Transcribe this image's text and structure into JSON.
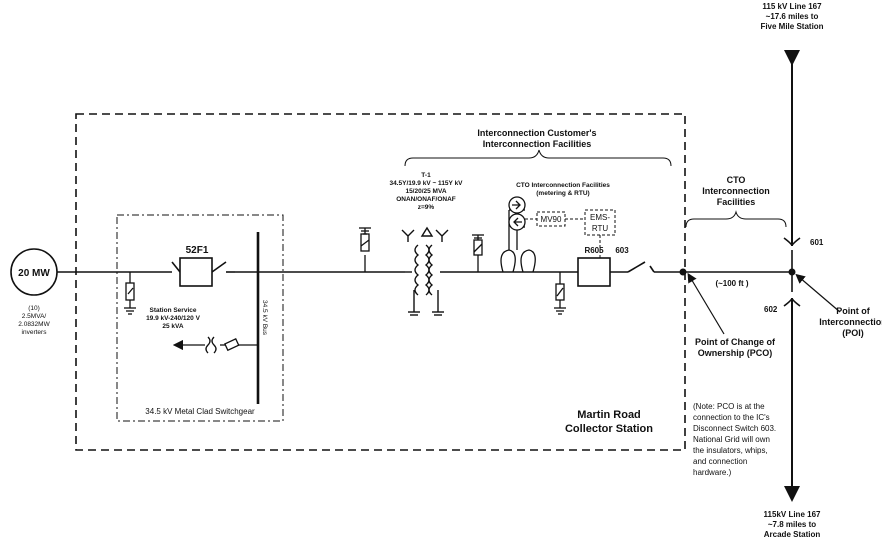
{
  "generator": {
    "rating": "20 MW",
    "inverters": [
      "(10)",
      "2.5MVA/",
      "2.0832MW",
      "inverters"
    ]
  },
  "switchgear": {
    "breaker": "52F1",
    "bus_label": "34.5 kV Bus",
    "station_service": [
      "Station Service",
      "19.9 kV-240/120 V",
      "25 kVA"
    ],
    "title": "34.5 kV Metal Clad Switchgear"
  },
  "transformer": {
    "lines": [
      "T-1",
      "34.5Y/19.9 kV ~ 115Y kV",
      "15/20/25 MVA",
      "ONAN/ONAF/ONAF",
      "z=9%"
    ]
  },
  "cto_facilities_inside": [
    "CTO Interconnection Facilities",
    "(metering & RTU)"
  ],
  "devices": {
    "mv90": "MV90",
    "ems": [
      "EMS-",
      "RTU"
    ],
    "r605": "R605",
    "sw603": "603",
    "sw601": "601",
    "sw602": "602"
  },
  "brace_ic": [
    "Interconnection Customer's",
    "Interconnection  Facilities"
  ],
  "brace_cto": [
    "CTO",
    "Interconnection",
    "Facilities"
  ],
  "distance": "(~100 ft )",
  "line_top": [
    "115 kV Line 167",
    "~17.6 miles to",
    "Five Mile Station"
  ],
  "line_bottom": [
    "115kV Line 167",
    "~7.8 miles to",
    "Arcade Station"
  ],
  "pco": [
    "Point of Change of",
    "Ownership (PCO)"
  ],
  "poi": [
    "Point of",
    "Interconnection",
    "(POI)"
  ],
  "station": [
    "Martin Road",
    "Collector Station"
  ],
  "note": [
    "(Note: PCO is at the",
    "connection to the IC's",
    "Disconnect Switch 603.",
    "National Grid will own",
    "the insulators, whips,",
    "and connection",
    "hardware.)"
  ]
}
